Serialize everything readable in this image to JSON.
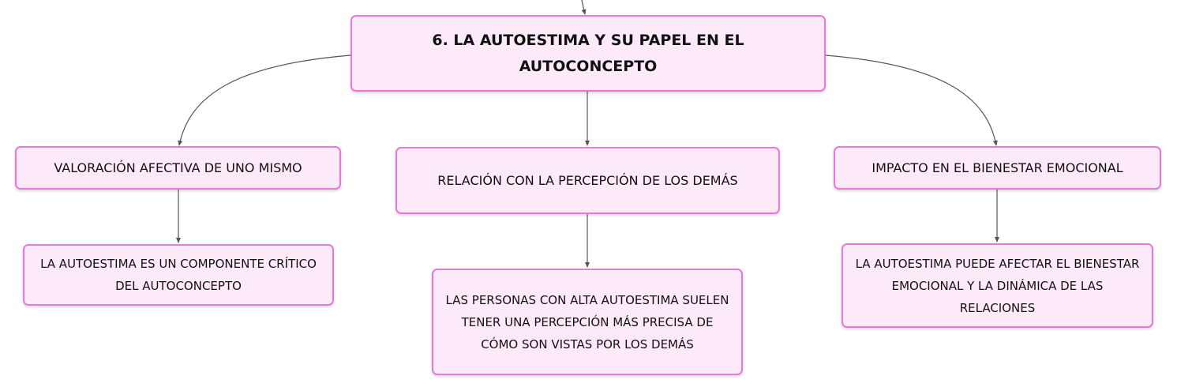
{
  "mindmap": {
    "root": {
      "label": "6. LA AUTOESTIMA Y SU PAPEL EN EL AUTOCONCEPTO"
    },
    "branches": [
      {
        "label": "VALORACIÓN AFECTIVA DE UNO MISMO",
        "detail": "LA AUTOESTIMA ES UN COMPONENTE CRÍTICO DEL AUTOCONCEPTO"
      },
      {
        "label": "RELACIÓN CON LA PERCEPCIÓN DE LOS DEMÁS",
        "detail": "LAS PERSONAS CON ALTA AUTOESTIMA SUELEN TENER UNA PERCEPCIÓN MÁS PRECISA DE CÓMO SON VISTAS POR LOS DEMÁS"
      },
      {
        "label": "IMPACTO EN EL BIENESTAR EMOCIONAL",
        "detail": "LA AUTOESTIMA PUEDE AFECTAR EL BIENESTAR EMOCIONAL Y LA DINÁMICA DE LAS RELACIONES"
      }
    ]
  },
  "colors": {
    "node_fill": "#fdeaf8",
    "node_border": "#e879d9",
    "connector": "#555555"
  }
}
